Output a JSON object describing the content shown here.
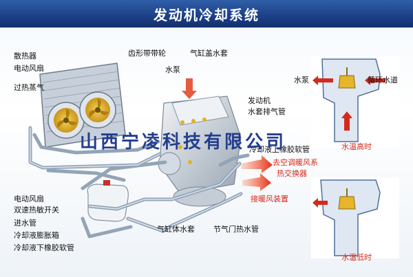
{
  "header": {
    "title": "发动机冷却系统"
  },
  "labels": {
    "radiator": "散热器",
    "electric_fan": "电动风扇",
    "overheat_steam": "过热蒸气",
    "timing_belt_pulley": "齿形带带轮",
    "cylinder_head_jacket": "气缸盖水套",
    "water_pump": "水泵",
    "engine_jacket_vent_line1": "发动机",
    "engine_jacket_vent_line2": "水套排气管",
    "coolant_upper_hose": "冷却液上橡胶软管",
    "ac_heater_exchanger_line1": "去空调暖风系",
    "ac_heater_exchanger_line2": "热交换器",
    "heater_connection": "接暖风装置",
    "fan_dual_speed_switch_line1": "电动风扇",
    "fan_dual_speed_switch_line2": "双速热敏开关",
    "inlet_pipe": "进水管",
    "expansion_tank": "冷却液膨胀箱",
    "coolant_lower_hose": "冷却液下橡胶软管",
    "cylinder_block_jacket": "气缸体水套",
    "throttle_water_pipe": "节气门热水管"
  },
  "thermostat": {
    "pump_label": "水泵",
    "circulation_label": "循环水道",
    "high_temp": "水温高时",
    "low_temp": "水温低时"
  },
  "watermark": "山西宁凌科技有限公司",
  "colors": {
    "header": "#1f4a93",
    "pipe": "#b9c7d6",
    "accent_red": "#d42a1c",
    "fan_yellow": "#e8b820"
  }
}
